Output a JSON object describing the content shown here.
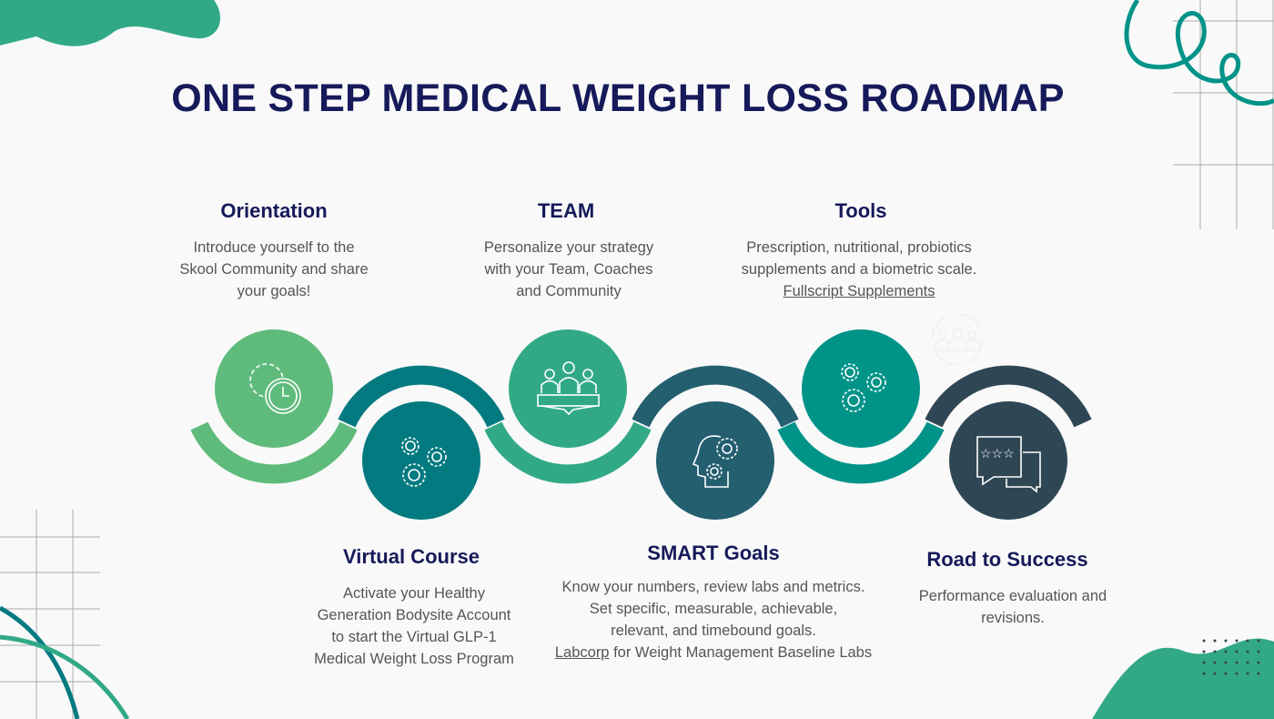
{
  "title": "ONE STEP MEDICAL WEIGHT LOSS ROADMAP",
  "colors": {
    "title": "#161a5a",
    "step1": "#5fbb7c",
    "step2": "#037a80",
    "step3": "#31a987",
    "step4": "#245f70",
    "step5": "#009388",
    "step6": "#2f4755"
  },
  "steps": [
    {
      "heading": "Orientation",
      "lines": [
        "Introduce yourself to the",
        "Skool Community and share",
        "your goals!"
      ],
      "icon": "gear-clock-icon"
    },
    {
      "heading": "Virtual Course",
      "lines": [
        "Activate your Healthy",
        "Generation Bodysite Account",
        "to start the Virtual GLP-1",
        "Medical Weight Loss Program"
      ],
      "icon": "gears-icon"
    },
    {
      "heading": "TEAM",
      "lines": [
        "Personalize your strategy",
        "with your Team, Coaches",
        "and Community"
      ],
      "icon": "team-icon"
    },
    {
      "heading": "SMART Goals",
      "lines": [
        "Know your numbers, review labs and metrics.",
        "Set specific, measurable, achievable,",
        "relevant, and timebound goals."
      ],
      "link": "Labcorp",
      "link_suffix": " for Weight Management Baseline Labs",
      "icon": "head-gears-icon"
    },
    {
      "heading": "Tools",
      "lines": [
        "Prescription, nutritional, probiotics",
        "supplements and a biometric scale."
      ],
      "link": "Fullscript Supplements",
      "icon": "gears-icon"
    },
    {
      "heading": "Road to Success",
      "lines": [
        "Performance evaluation and",
        "revisions."
      ],
      "icon": "rating-chat-icon"
    }
  ]
}
